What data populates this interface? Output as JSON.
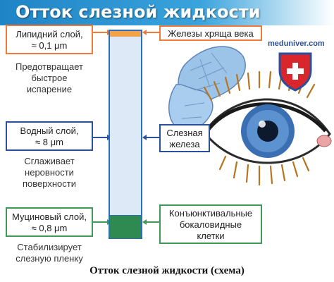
{
  "title": "Отток слезной жидкости",
  "caption": "Отток слезной жидкости (схема)",
  "watermark": "meduniver.com",
  "colors": {
    "lipid": "#f2a24b",
    "aqueous": "#dde9f7",
    "mucin": "#2f8a52",
    "frame": "#2a6fbf",
    "title_bar": "#1f84c6"
  },
  "layers": [
    {
      "name_line1": "Липидний слой,",
      "name_line2": "≈ 0,1 μm",
      "note_line1": "Предотвращает",
      "note_line2": "быстрое",
      "note_line3": "испарение"
    },
    {
      "name_line1": "Водный слой,",
      "name_line2": "≈ 8 μm",
      "note_line1": "Сглаживает",
      "note_line2": "неровности",
      "note_line3": "поверхности"
    },
    {
      "name_line1": "Муциновый слой,",
      "name_line2": "≈ 0,8 μm",
      "note_line1": "Стабилизирует",
      "note_line2": "слезную пленку"
    }
  ],
  "sources": [
    {
      "line1": "Железы хряща века"
    },
    {
      "line1": "Слезная",
      "line2": "железа"
    },
    {
      "line1": "Конъюнктивальные",
      "line2": "бокаловидные",
      "line3": "клетки"
    }
  ]
}
